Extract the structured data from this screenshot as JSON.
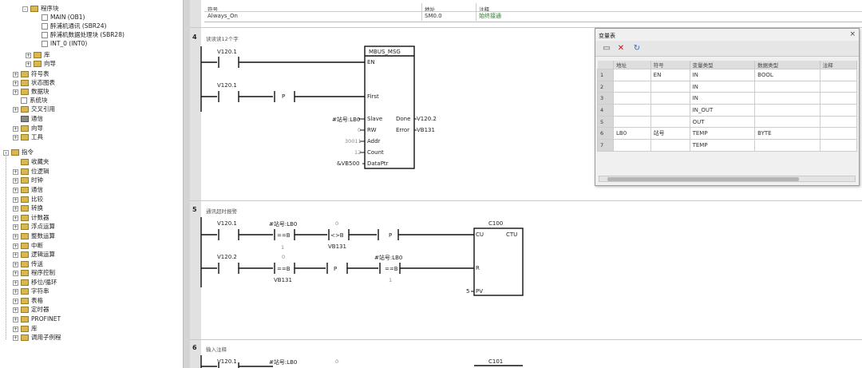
{
  "tree": {
    "items": [
      {
        "label": "程序块",
        "icon": "folder-icon",
        "exp": "-"
      },
      {
        "label": "MAIN (OB1)",
        "icon": "page-icon",
        "exp": ""
      },
      {
        "label": "醉浦机通讯 (SBR24)",
        "icon": "page-icon",
        "exp": ""
      },
      {
        "label": "醉浦机数据处理块 (SBR28)",
        "icon": "page-icon",
        "exp": ""
      },
      {
        "label": "INT_0 (INT0)",
        "icon": "page-icon",
        "exp": ""
      },
      {
        "label": "库",
        "icon": "folder-icon",
        "exp": "+"
      },
      {
        "label": "向导",
        "icon": "folder-icon",
        "exp": "+"
      },
      {
        "label": "符号表",
        "icon": "folder-icon",
        "exp": "+"
      },
      {
        "label": "状态图表",
        "icon": "folder-icon",
        "exp": "+"
      },
      {
        "label": "数据块",
        "icon": "folder-icon",
        "exp": "+"
      },
      {
        "label": "系统块",
        "icon": "page-icon",
        "exp": ""
      },
      {
        "label": "交叉引用",
        "icon": "folder-icon",
        "exp": "+"
      },
      {
        "label": "通信",
        "icon": "cube-icon",
        "exp": ""
      },
      {
        "label": "向导",
        "icon": "folder-icon",
        "exp": "+"
      },
      {
        "label": "工具",
        "icon": "folder-icon",
        "exp": "+"
      },
      {
        "label": "指令",
        "icon": "folder-icon",
        "exp": "-"
      },
      {
        "label": "收藏夹",
        "icon": "folder-icon",
        "exp": ""
      },
      {
        "label": "位逻辑",
        "icon": "folder-icon",
        "exp": "+"
      },
      {
        "label": "时钟",
        "icon": "folder-icon",
        "exp": "+"
      },
      {
        "label": "通信",
        "icon": "folder-icon",
        "exp": "+"
      },
      {
        "label": "比较",
        "icon": "folder-icon",
        "exp": "+"
      },
      {
        "label": "转换",
        "icon": "folder-icon",
        "exp": "+"
      },
      {
        "label": "计数器",
        "icon": "folder-icon",
        "exp": "+"
      },
      {
        "label": "浮点运算",
        "icon": "folder-icon",
        "exp": "+"
      },
      {
        "label": "整数运算",
        "icon": "folder-icon",
        "exp": "+"
      },
      {
        "label": "中断",
        "icon": "folder-icon",
        "exp": "+"
      },
      {
        "label": "逻辑运算",
        "icon": "folder-icon",
        "exp": "+"
      },
      {
        "label": "传送",
        "icon": "folder-icon",
        "exp": "+"
      },
      {
        "label": "程序控制",
        "icon": "folder-icon",
        "exp": "+"
      },
      {
        "label": "移位/循环",
        "icon": "folder-icon",
        "exp": "+"
      },
      {
        "label": "字符串",
        "icon": "folder-icon",
        "exp": "+"
      },
      {
        "label": "表格",
        "icon": "folder-icon",
        "exp": "+"
      },
      {
        "label": "定时器",
        "icon": "folder-icon",
        "exp": "+"
      },
      {
        "label": "PROFINET",
        "icon": "folder-icon",
        "exp": "+"
      },
      {
        "label": "库",
        "icon": "folder-icon",
        "exp": "+"
      },
      {
        "label": "调用子例程",
        "icon": "folder-icon",
        "exp": "+"
      }
    ]
  },
  "symtab": {
    "headers": [
      "符号",
      "地址",
      "注释"
    ],
    "row": {
      "symbol": "Always_On",
      "address": "SM0.0",
      "comment": "始终接通"
    }
  },
  "networks": {
    "n4": {
      "num": "4",
      "title": "读读读12个字",
      "contact1": "V120.1",
      "contact2": "V120.1",
      "box": {
        "name": "MBUS_MSG",
        "pins": [
          "EN",
          "First",
          "Slave",
          "RW",
          "Addr",
          "Count",
          "DataPtr"
        ],
        "outs": [
          "Done",
          "Error"
        ]
      },
      "inputs": [
        "#站号:LB0",
        "0",
        "30011",
        "12",
        "&VB500"
      ],
      "outputs": [
        "V120.2",
        "VB131"
      ],
      "p": "P"
    },
    "n5": {
      "num": "5",
      "title": "通讯超时报警",
      "r1": {
        "c1": "V120.1",
        "cmp1_top": "#站号:LB0",
        "cmp1": "==B",
        "cmp1_bot": "1",
        "cmp2_top": "0",
        "cmp2": "<>B",
        "cmp2_bot": "VB131",
        "p": "P"
      },
      "r2": {
        "c1": "V120.2",
        "cmp1_top": "0",
        "cmp1": "==B",
        "cmp1_bot": "VB131",
        "p": "P",
        "cmp2_top": "#站号:LB0",
        "cmp2": "==B",
        "cmp2_bot": "1"
      },
      "counter": {
        "name": "C100",
        "cu": "CU",
        "ctu": "CTU",
        "r": "R",
        "pv": "PV",
        "pv_val": "5"
      }
    },
    "n6": {
      "num": "6",
      "title": "输入注释",
      "c1": "V120.1",
      "cmp_top": "#站号:LB0",
      "cmp2_top": "0",
      "counter": "C101"
    }
  },
  "popup": {
    "title": "变量表",
    "close": "×",
    "headers": [
      "",
      "地址",
      "符号",
      "变量类型",
      "数据类型",
      "注释"
    ],
    "rows": [
      {
        "n": "1",
        "addr": "",
        "sym": "EN",
        "vtype": "IN",
        "dtype": "BOOL"
      },
      {
        "n": "2",
        "addr": "",
        "sym": "",
        "vtype": "IN",
        "dtype": ""
      },
      {
        "n": "3",
        "addr": "",
        "sym": "",
        "vtype": "IN",
        "dtype": ""
      },
      {
        "n": "4",
        "addr": "",
        "sym": "",
        "vtype": "IN_OUT",
        "dtype": ""
      },
      {
        "n": "5",
        "addr": "",
        "sym": "",
        "vtype": "OUT",
        "dtype": ""
      },
      {
        "n": "6",
        "addr": "LB0",
        "sym": "站号",
        "vtype": "TEMP",
        "dtype": "BYTE"
      },
      {
        "n": "7",
        "addr": "",
        "sym": "",
        "vtype": "TEMP",
        "dtype": ""
      }
    ]
  }
}
